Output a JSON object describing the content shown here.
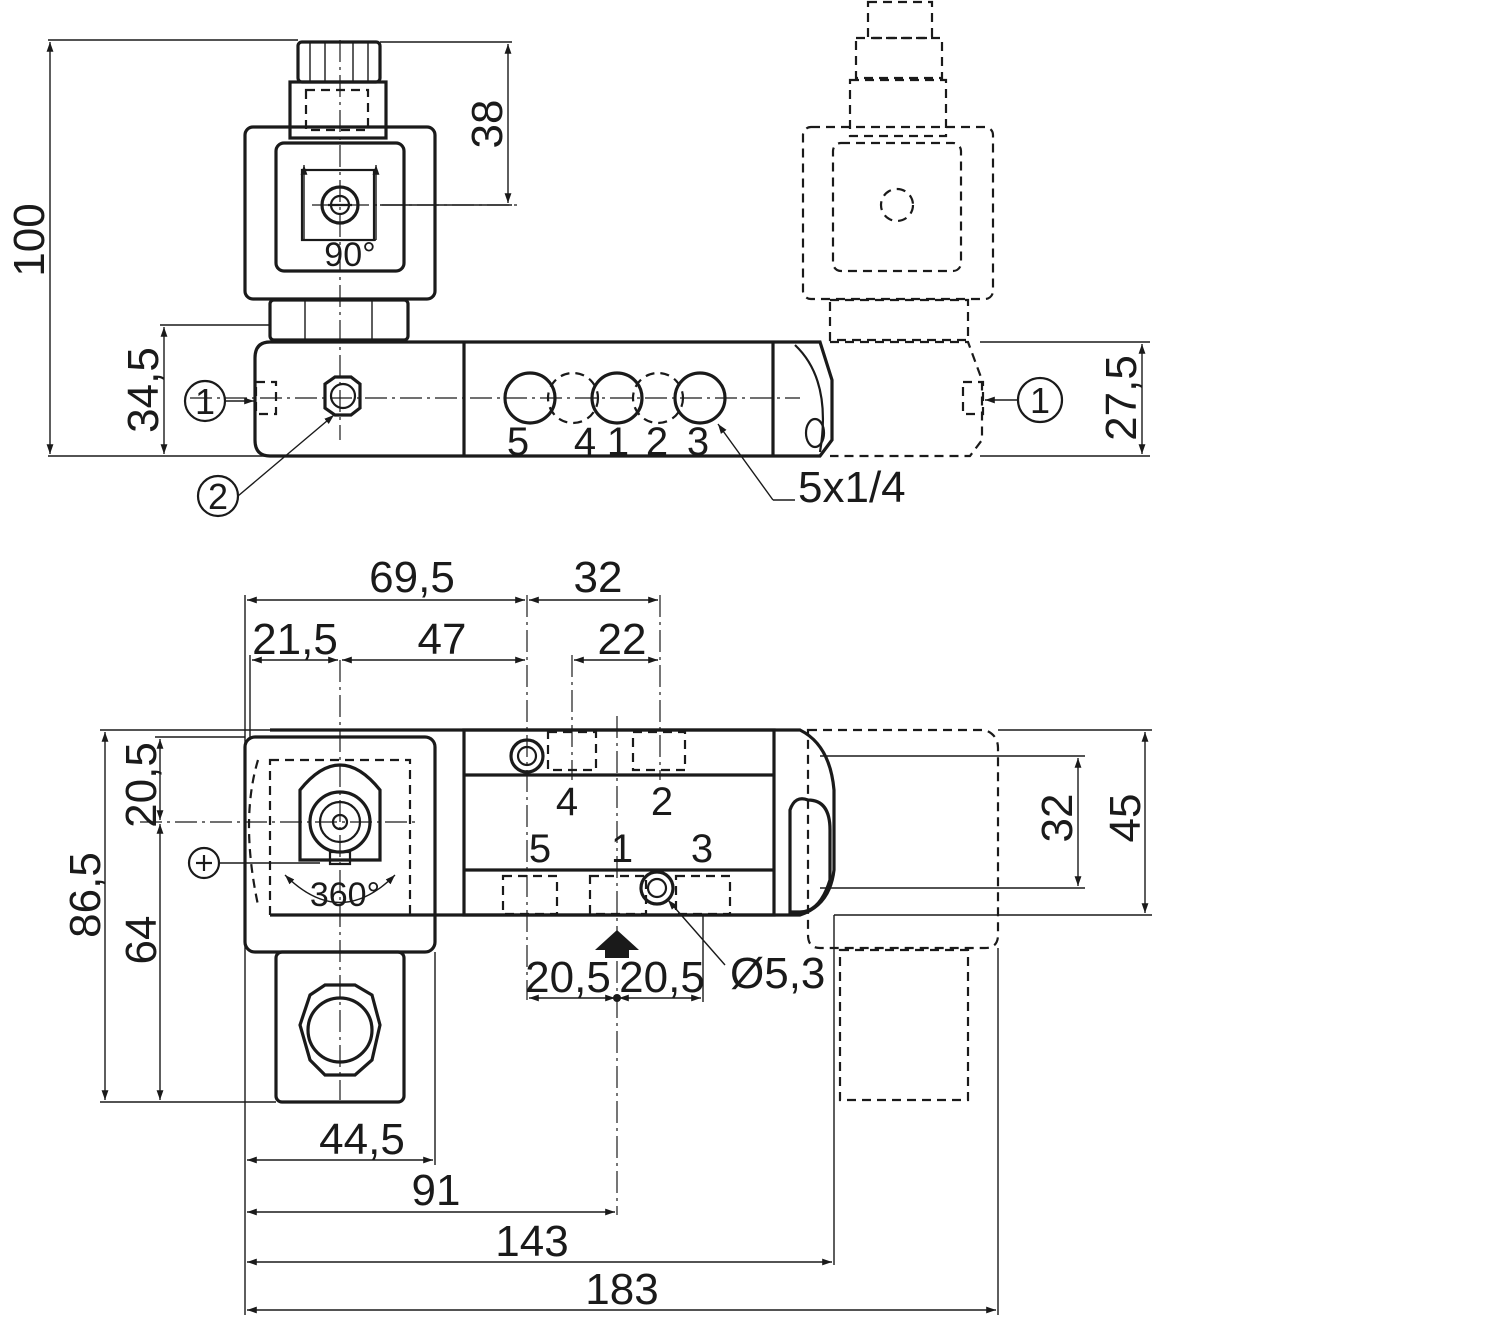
{
  "dimensions": {
    "top_height_total": "100",
    "coil_height": "38",
    "body_height_left": "34,5",
    "body_height_right": "27,5",
    "coil_rotation": "90°",
    "connector_rotation": "360°",
    "d_69_5": "69,5",
    "d_32_top": "32",
    "d_21_5": "21,5",
    "d_47": "47",
    "d_22": "22",
    "d_20_5_left": "20,5",
    "d_86_5": "86,5",
    "d_64": "64",
    "d_32_right": "32",
    "d_45": "45",
    "d_20_5_a": "20,5",
    "d_20_5_b": "20,5",
    "hole_diameter": "Ø5,3",
    "d_44_5": "44,5",
    "d_91": "91",
    "d_143": "143",
    "d_183": "183"
  },
  "ports": {
    "p5": "5",
    "p4": "4",
    "p1": "1",
    "p2": "2",
    "p3": "3",
    "thread_note": "5x1/4"
  },
  "callouts": {
    "c1_left": "1",
    "c1_right": "1",
    "c2": "2"
  }
}
